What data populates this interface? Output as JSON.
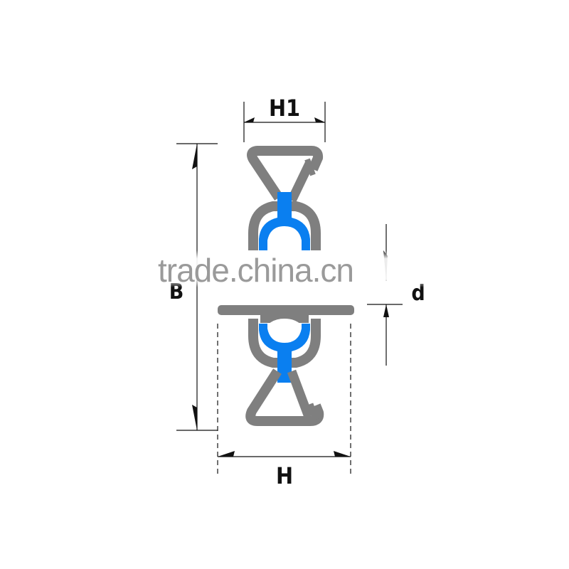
{
  "diagram": {
    "type": "seal-profile-cross-section",
    "colors": {
      "profile_body": "#7f7f7f",
      "insert": "#0a7ff0",
      "dimension_lines": "#111111",
      "background": "#ffffff",
      "watermark": "#9a9a9a"
    },
    "dimensions": {
      "top_width": {
        "label": "H1"
      },
      "bottom_width": {
        "label": "H"
      },
      "total_height": {
        "label": "B"
      },
      "gap": {
        "label": "d"
      }
    },
    "parts": {
      "upper_profile": "upper-seal-profile",
      "lower_profile": "lower-seal-profile",
      "base_plate": "mounting-flange"
    }
  },
  "watermark": {
    "text": "trade.china.cn"
  }
}
